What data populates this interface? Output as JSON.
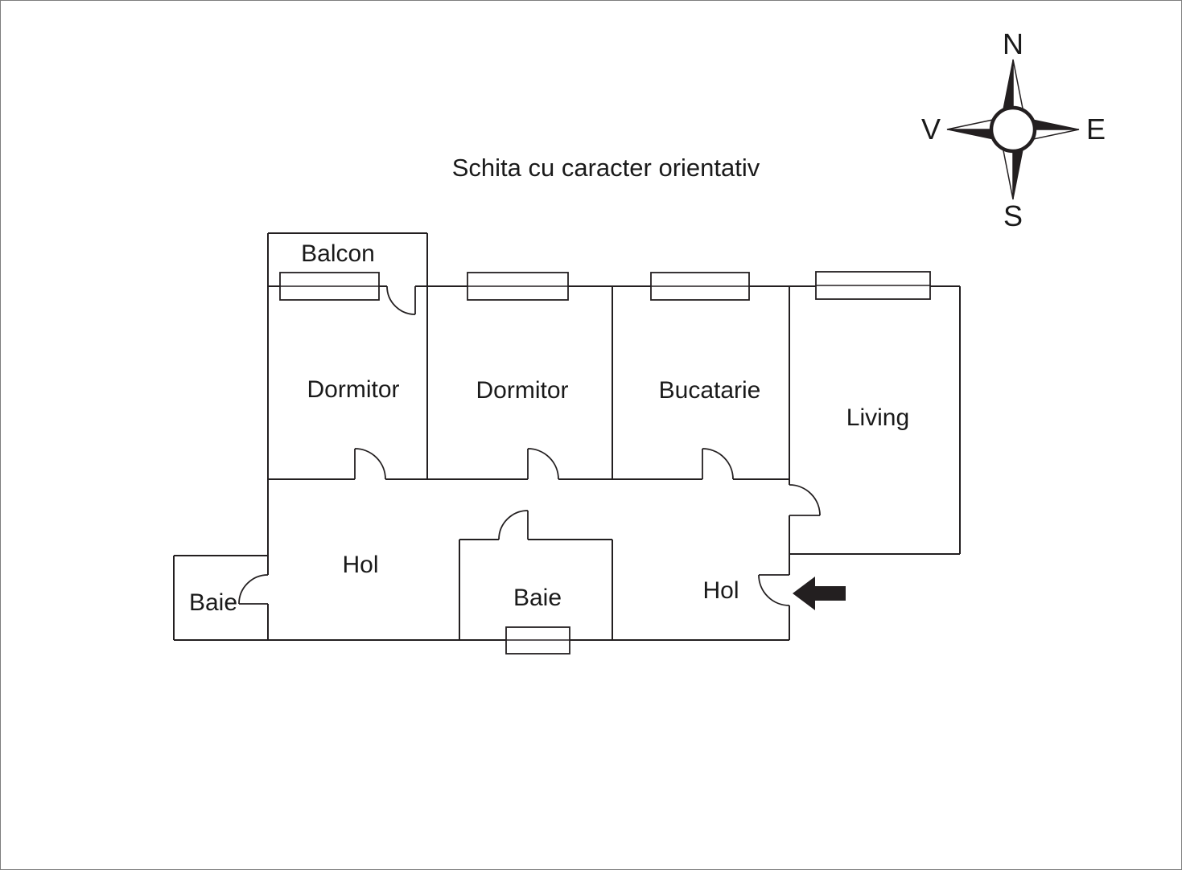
{
  "title": "Schita cu caracter orientativ",
  "compass": {
    "n": "N",
    "e": "E",
    "s": "S",
    "v": "V"
  },
  "rooms": {
    "balcon": "Balcon",
    "dormitor_1": "Dormitor",
    "dormitor_2": "Dormitor",
    "bucatarie": "Bucatarie",
    "living": "Living",
    "hol_main": "Hol",
    "baie_left": "Baie",
    "baie_middle": "Baie",
    "hol_entry": "Hol"
  },
  "colors": {
    "wall": "#231f20",
    "background": "#ffffff",
    "entrance_arrow": "#231f20"
  }
}
